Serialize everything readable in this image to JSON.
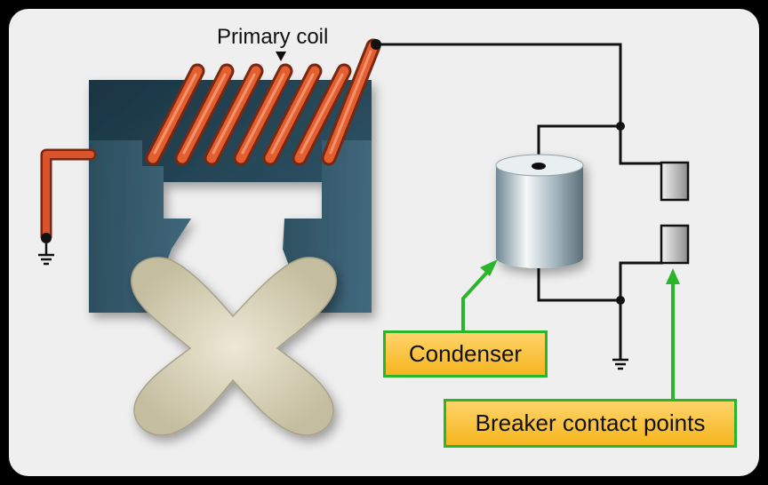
{
  "labels": {
    "primary_coil": "Primary coil",
    "condenser": "Condenser",
    "breaker_points": "Breaker contact points"
  },
  "colors": {
    "background": "#efefef",
    "core": "#27495a",
    "coil": "#d9542a",
    "rotor": "#d3ccb3",
    "callout_fill": "#f5b51e",
    "callout_border": "#2bb52b",
    "wire": "#111111"
  }
}
